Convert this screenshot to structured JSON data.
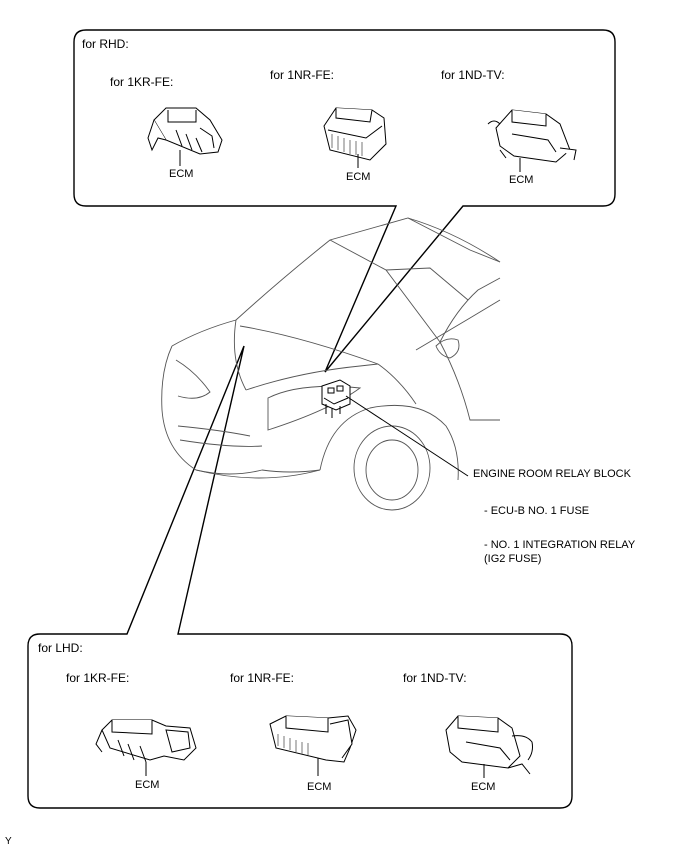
{
  "rhd_panel": {
    "title": "for RHD:",
    "variants": [
      {
        "engine": "for 1KR-FE:",
        "part": "ECM"
      },
      {
        "engine": "for 1NR-FE:",
        "part": "ECM"
      },
      {
        "engine": "for 1ND-TV:",
        "part": "ECM"
      }
    ]
  },
  "lhd_panel": {
    "title": "for LHD:",
    "variants": [
      {
        "engine": "for 1KR-FE:",
        "part": "ECM"
      },
      {
        "engine": "for 1NR-FE:",
        "part": "ECM"
      },
      {
        "engine": "for 1ND-TV:",
        "part": "ECM"
      }
    ]
  },
  "callouts": {
    "relay_block": "ENGINE ROOM RELAY BLOCK",
    "fuse_1": "- ECU-B NO. 1 FUSE",
    "fuse_2_line1": "- NO. 1 INTEGRATION RELAY",
    "fuse_2_line2": "(IG2 FUSE)"
  },
  "footer_code": "Y"
}
